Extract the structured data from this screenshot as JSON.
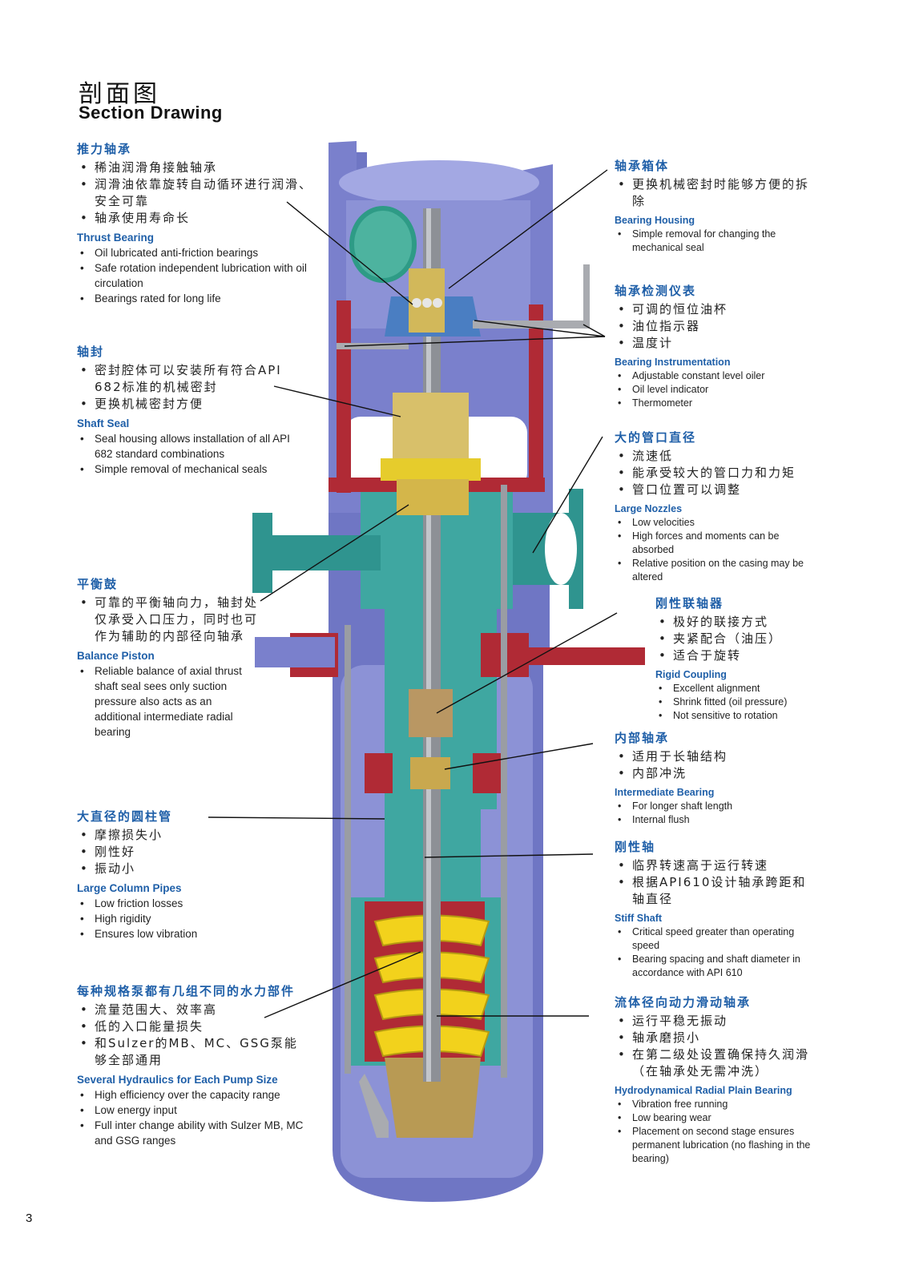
{
  "header": {
    "title_cn": "剖面图",
    "title_en": "Section Drawing"
  },
  "page_number": "3",
  "callouts": {
    "thrust_bearing": {
      "cn_title": "推力轴承",
      "cn_items": [
        "稀油润滑角接触轴承",
        "润滑油依靠旋转自动循环进行润滑、安全可靠",
        "轴承使用寿命长"
      ],
      "en_title": "Thrust Bearing",
      "en_items": [
        "Oil lubricated anti-friction bearings",
        "Safe rotation independent lubrication with oil circulation",
        "Bearings rated for long life"
      ]
    },
    "shaft_seal": {
      "cn_title": "轴封",
      "cn_items": [
        "密封腔体可以安装所有符合API 682标准的机械密封",
        "更换机械密封方便"
      ],
      "en_title": "Shaft Seal",
      "en_items": [
        "Seal housing allows installation of all API 682 standard combinations",
        "Simple removal of mechanical seals"
      ]
    },
    "balance_piston": {
      "cn_title": "平衡鼓",
      "cn_items": [
        "可靠的平衡轴向力，轴封处仅承受入口压力，同时也可作为辅助的内部径向轴承"
      ],
      "en_title": "Balance Piston",
      "en_items": [
        "Reliable balance of axial thrust shaft seal sees only suction pressure also acts as an additional intermediate radial bearing"
      ]
    },
    "column_pipes": {
      "cn_title": "大直径的圆柱管",
      "cn_items": [
        "摩擦损失小",
        "刚性好",
        "振动小"
      ],
      "en_title": "Large Column Pipes",
      "en_items": [
        "Low friction losses",
        "High rigidity",
        "Ensures low vibration"
      ]
    },
    "hydraulics": {
      "cn_title": "每种规格泵都有几组不同的水力部件",
      "cn_items": [
        "流量范围大、效率高",
        "低的入口能量损失",
        "和Sulzer的MB、MC、GSG泵能够全部通用"
      ],
      "en_title": "Several Hydraulics for Each Pump Size",
      "en_items": [
        "High efficiency over the capacity range",
        "Low energy input",
        "Full inter change ability with Sulzer MB, MC and GSG ranges"
      ]
    },
    "bearing_housing": {
      "cn_title": "轴承箱体",
      "cn_items": [
        "更换机械密封时能够方便的拆除"
      ],
      "en_title": "Bearing Housing",
      "en_items": [
        "Simple removal for changing the mechanical seal"
      ]
    },
    "instrumentation": {
      "cn_title": "轴承检测仪表",
      "cn_items": [
        "可调的恒位油杯",
        "油位指示器",
        "温度计"
      ],
      "en_title": "Bearing Instrumentation",
      "en_items": [
        "Adjustable constant level oiler",
        "Oil level indicator",
        "Thermometer"
      ]
    },
    "nozzles": {
      "cn_title": "大的管口直径",
      "cn_items": [
        "流速低",
        "能承受较大的管口力和力矩",
        "管口位置可以调整"
      ],
      "en_title": "Large Nozzles",
      "en_items": [
        "Low velocities",
        "High forces and moments can be absorbed",
        "Relative position on the casing may be altered"
      ]
    },
    "coupling": {
      "cn_title": "刚性联轴器",
      "cn_items": [
        "极好的联接方式",
        "夹紧配合（油压）",
        "适合于旋转"
      ],
      "en_title": "Rigid Coupling",
      "en_items": [
        "Excellent alignment",
        "Shrink fitted (oil pressure)",
        "Not sensitive to rotation"
      ]
    },
    "intermediate_bearing": {
      "cn_title": "内部轴承",
      "cn_items": [
        "适用于长轴结构",
        "内部冲洗"
      ],
      "en_title": "Intermediate Bearing",
      "en_items": [
        "For longer shaft length",
        "Internal flush"
      ]
    },
    "stiff_shaft": {
      "cn_title": "刚性轴",
      "cn_items": [
        "临界转速高于运行转速",
        "根据API610设计轴承跨距和轴直径"
      ],
      "en_title": "Stiff Shaft",
      "en_items": [
        "Critical speed greater than operating speed",
        "Bearing spacing and shaft diameter in accordance with API 610"
      ]
    },
    "radial_bearing": {
      "cn_title": "流体径向动力滑动轴承",
      "cn_items": [
        "运行平稳无振动",
        "轴承磨损小",
        "在第二级处设置确保持久润滑（在轴承处无需冲洗）"
      ],
      "en_title": "Hydrodynamical Radial Plain Bearing",
      "en_items": [
        "Vibration free running",
        "Low bearing wear",
        "Placement on second stage ensures permanent lubrication (no flashing in the bearing)"
      ]
    }
  },
  "colors": {
    "heading_blue": "#1f5fa8",
    "casing_purple": "#6f76c4",
    "casing_inner": "#8c92d6",
    "teal": "#3fa7a1",
    "red": "#b02a35",
    "yellow": "#f2d21c",
    "brass": "#b89a54",
    "shaft": "#8d9096"
  }
}
